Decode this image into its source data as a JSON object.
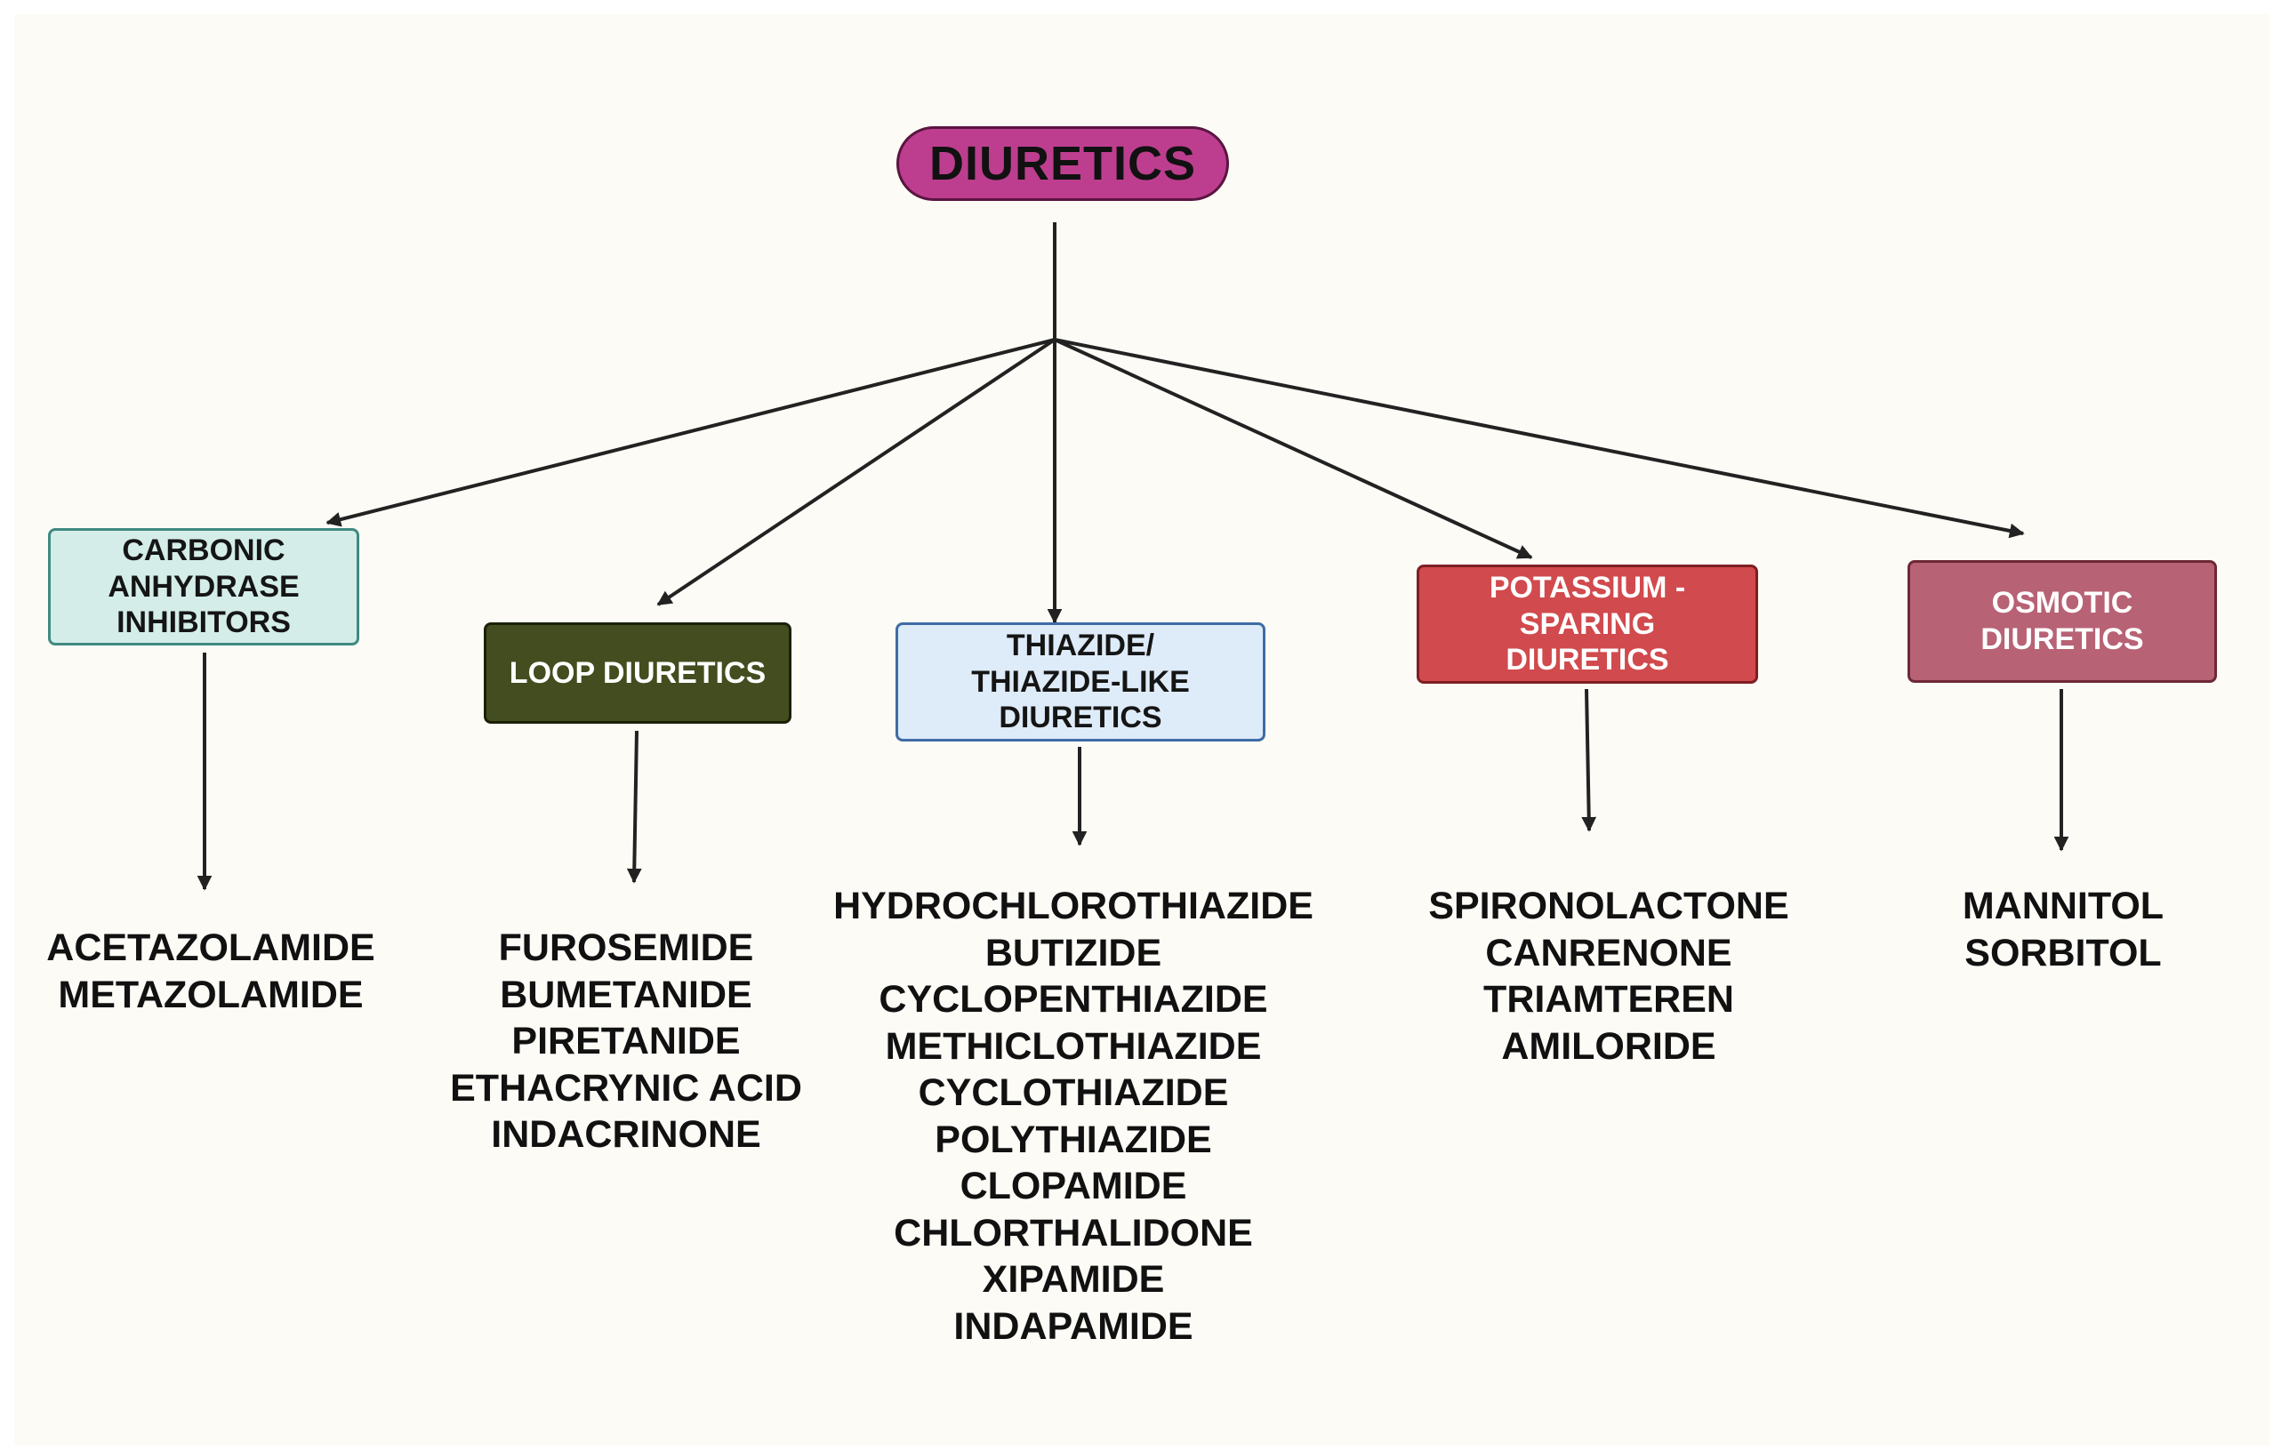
{
  "diagram": {
    "root": {
      "label": "DIURETICS",
      "color": "#bd3e8f"
    },
    "categories": [
      {
        "label": "CARBONIC\nANHYDRASE\nINHIBITORS",
        "fill": "#d4ede9",
        "border": "#3f8a80",
        "drugs": [
          "ACETAZOLAMIDE",
          "METAZOLAMIDE"
        ]
      },
      {
        "label": "LOOP DIURETICS",
        "fill": "#434d1f",
        "border": "#1b2006",
        "drugs": [
          "FUROSEMIDE",
          "BUMETANIDE",
          "PIRETANIDE",
          "ETHACRYNIC ACID",
          "INDACRINONE"
        ]
      },
      {
        "label": "THIAZIDE/\nTHIAZIDE-LIKE\nDIURETICS",
        "fill": "#deebf8",
        "border": "#3e6ca4",
        "drugs": [
          "HYDROCHLOROTHIAZIDE",
          "BUTIZIDE",
          "CYCLOPENTHIAZIDE",
          "METHICLOTHIAZIDE",
          "CYCLOTHIAZIDE",
          "POLYTHIAZIDE",
          "CLOPAMIDE",
          "CHLORTHALIDONE",
          "XIPAMIDE",
          "INDAPAMIDE"
        ]
      },
      {
        "label": "POTASSIUM -\nSPARING\nDIURETICS",
        "fill": "#d14a4d",
        "border": "#7e1f22",
        "drugs": [
          "SPIRONOLACTONE",
          "CANRENONE",
          "TRIAMTEREN",
          "AMILORIDE"
        ]
      },
      {
        "label": "OSMOTIC\nDIURETICS",
        "fill": "#b86275",
        "border": "#6d2836",
        "drugs": [
          "MANNITOL",
          "SORBITOL"
        ]
      }
    ]
  }
}
